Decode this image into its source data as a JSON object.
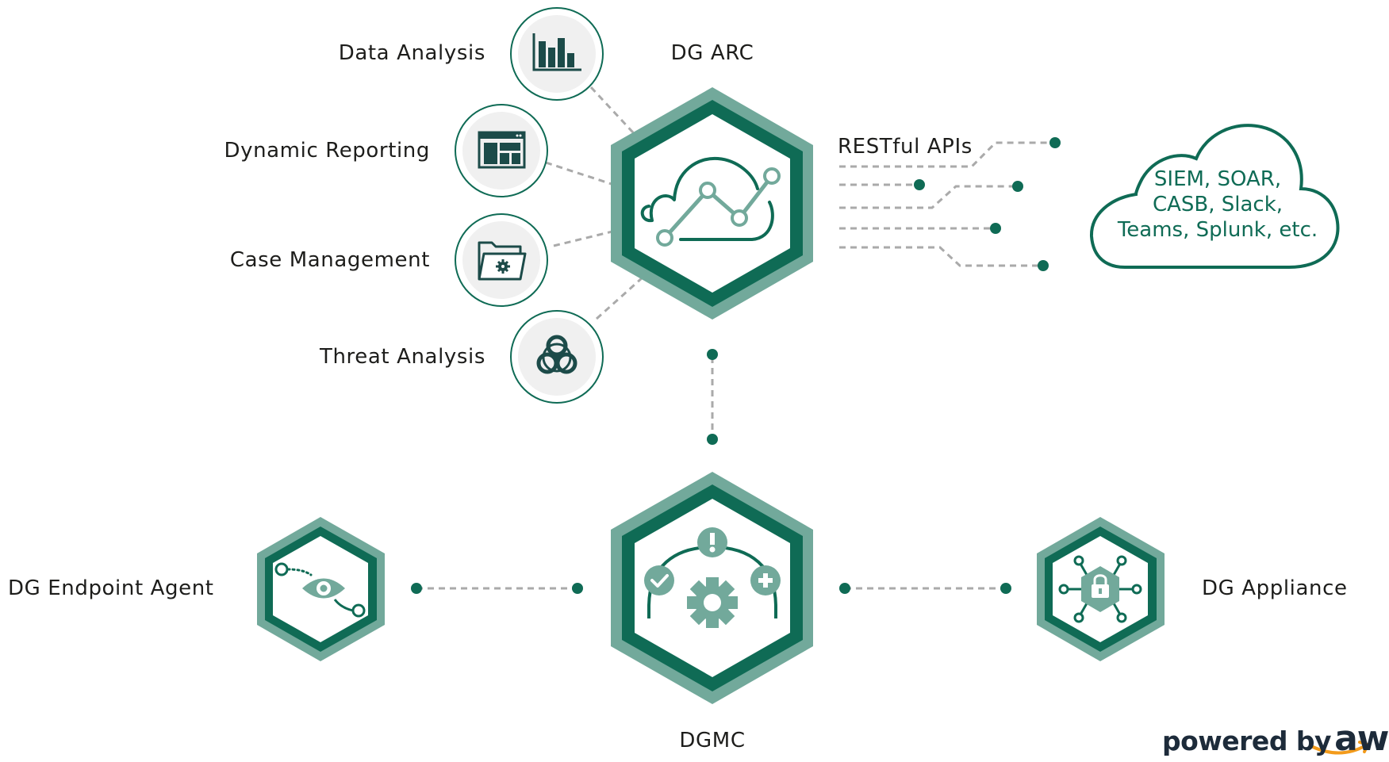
{
  "colors": {
    "dark_green": "#0f6b55",
    "light_green": "#72a99b",
    "circle_fill": "#f0f0f0",
    "dashed_line": "#aaaaaa",
    "text": "#1d1d1b",
    "aws_orange": "#f39b1b"
  },
  "arc": {
    "title": "DG ARC",
    "icon": "cloud-analytics-icon"
  },
  "capabilities": [
    {
      "label": "Data Analysis",
      "icon": "bar-chart-icon"
    },
    {
      "label": "Dynamic Reporting",
      "icon": "dashboard-icon"
    },
    {
      "label": "Case Management",
      "icon": "folder-gear-icon"
    },
    {
      "label": "Threat Analysis",
      "icon": "biohazard-icon"
    }
  ],
  "apis": {
    "label": "RESTful APIs",
    "cloud_lines": [
      "SIEM, SOAR,",
      "CASB, Slack,",
      "Teams, Splunk, etc."
    ]
  },
  "dgmc": {
    "label": "DGMC",
    "icon": "gear-alerts-icon"
  },
  "endpoint": {
    "label": "DG Endpoint Agent",
    "icon": "eye-path-icon"
  },
  "appliance": {
    "label": "DG Appliance",
    "icon": "lock-network-icon"
  },
  "branding": {
    "powered_by": "powered by",
    "provider": "aws"
  }
}
